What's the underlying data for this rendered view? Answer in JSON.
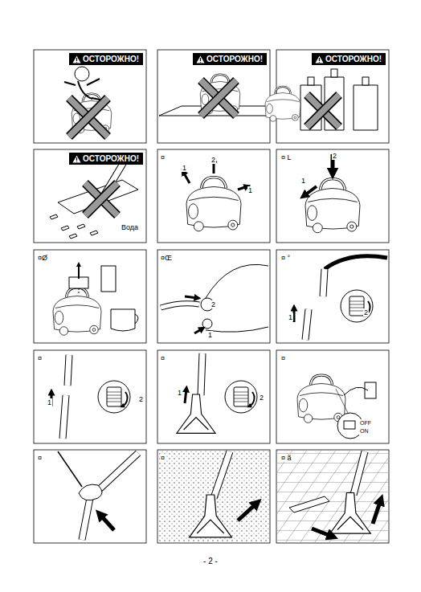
{
  "diagram": {
    "nodes": [
      {
        "text": [
          "ОСТОРОЖНО!"
        ]
      },
      {
        "text": [
          "ОСТОРОЖНО!"
        ]
      },
      {
        "text": [
          "ОСТОРОЖНО!"
        ]
      },
      {
        "text": [
          "ОСТОРОЖНО!"
        ]
      }
    ],
    "labels": [
      "¤",
      "¤ L",
      "¤Ø",
      "¤Œ",
      "¤ °",
      "¤",
      "¤",
      "¤",
      "¤",
      "¤",
      "¤ ã",
      "1",
      "2",
      "1",
      "2",
      "1",
      "Вода",
      "2",
      "1",
      "1",
      "2",
      "1",
      "2",
      "1",
      "2",
      "OFF",
      "ON",
      "- 2 -"
    ]
  }
}
